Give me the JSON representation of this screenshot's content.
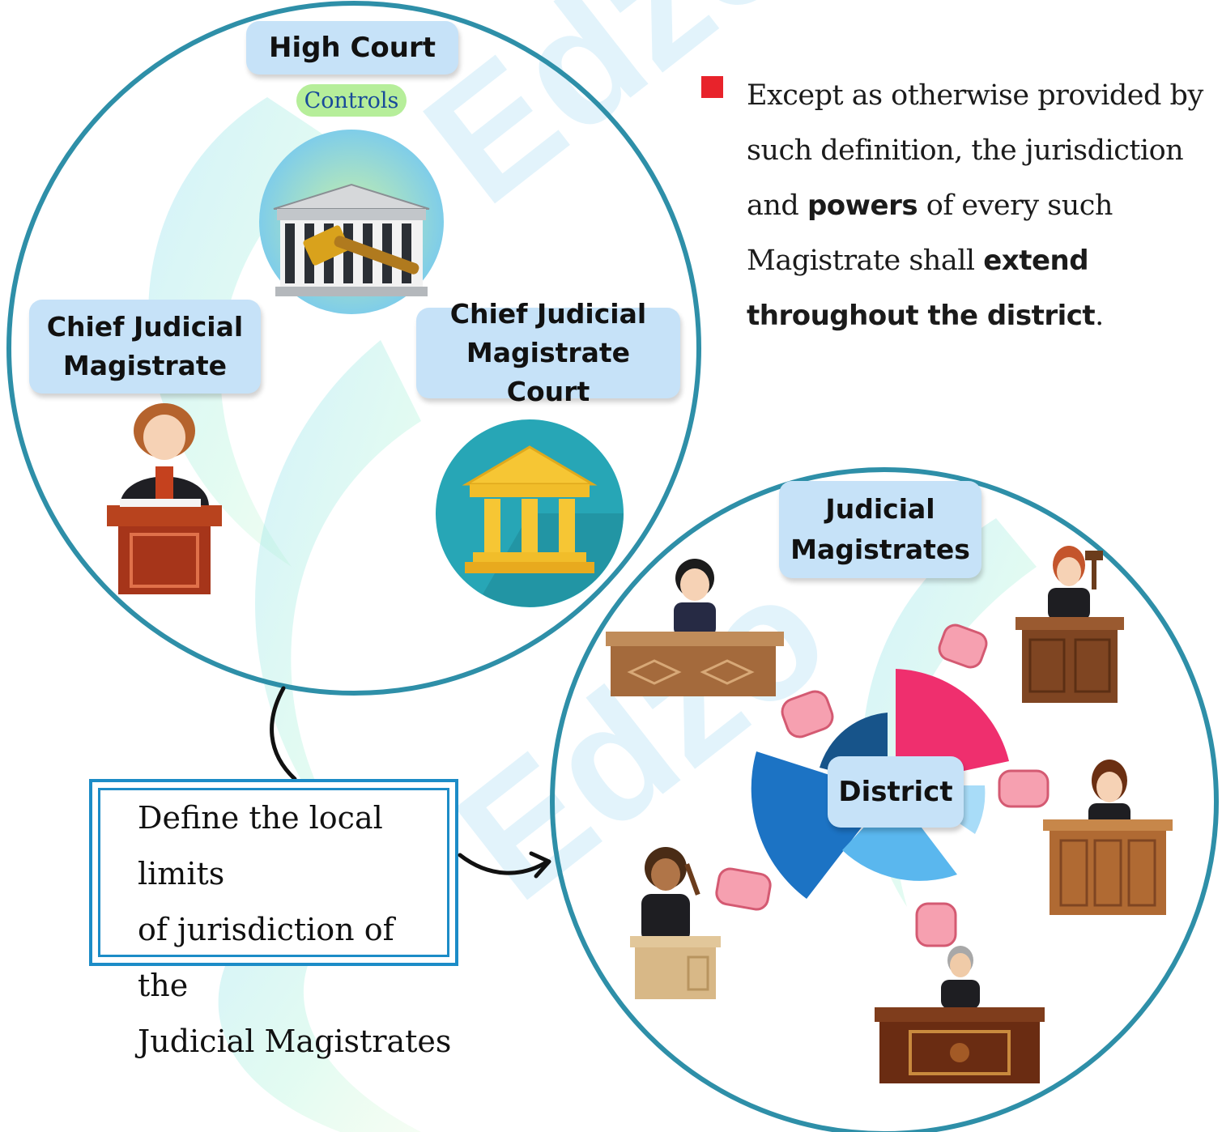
{
  "labels": {
    "high_court": "High Court",
    "controls": "Controls",
    "cjm": "Chief Judicial Magistrate",
    "cjm_court": "Chief Judicial Magistrate Court",
    "judicial_magistrates": "Judicial Magistrates",
    "district": "District"
  },
  "definition": {
    "line1": "Define the local limits",
    "line2": "of jurisdiction of the",
    "line3": "Judicial Magistrates"
  },
  "bullet": {
    "part1": "Except as otherwise provided by such definition, the jurisdiction and ",
    "bold1": "powers",
    "part2": " of every such Magistrate shall ",
    "bold2": "extend throughout the district",
    "part3": "."
  },
  "colors": {
    "circle_border": "#2e8fa8",
    "label_bg": "#c6e2f8",
    "bullet_red": "#e8232b",
    "pink_segment": "#ef2f6e",
    "blue_dark": "#1c73c4",
    "blue_light": "#5ab7ee"
  }
}
